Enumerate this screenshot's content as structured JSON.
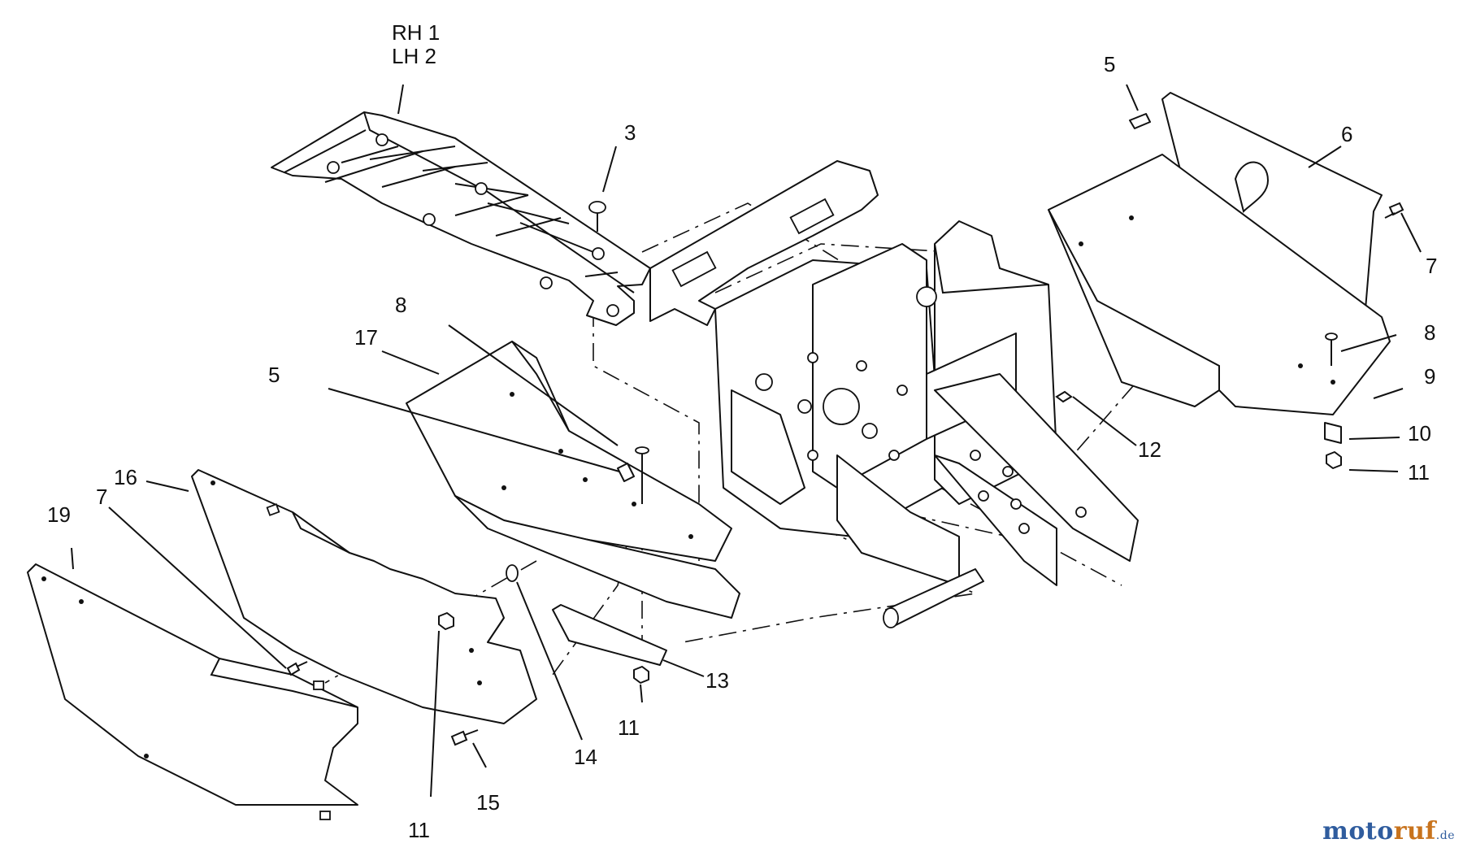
{
  "callouts": {
    "rh_lh_line1": "RH 1",
    "rh_lh_line2": "LH 2",
    "c3": "3",
    "c5_top": "5",
    "c6": "6",
    "c7_right": "7",
    "c8_right": "8",
    "c9": "9",
    "c10": "10",
    "c11_right": "11",
    "c12": "12",
    "c8_left": "8",
    "c17": "17",
    "c5_left": "5",
    "c16": "16",
    "c7_left": "7",
    "c19": "19",
    "c13": "13",
    "c11_mid": "11",
    "c14": "14",
    "c15": "15",
    "c11_bottom": "11"
  },
  "watermark": {
    "part1": "moto",
    "part2": "ruf",
    "suffix": ".de"
  }
}
